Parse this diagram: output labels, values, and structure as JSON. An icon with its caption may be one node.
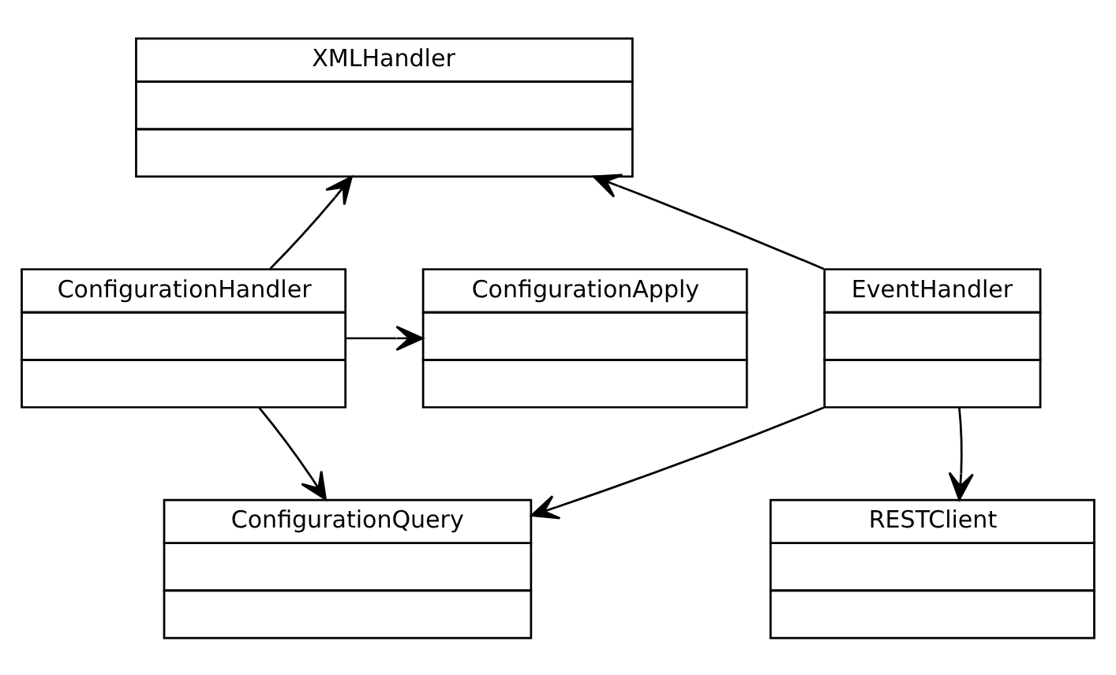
{
  "diagram": {
    "nodes": [
      {
        "text": [
          "XMLHandler"
        ]
      },
      {
        "text": [
          "ConfigurationApply"
        ]
      },
      {
        "text": [
          "ConfigurationHandler"
        ]
      },
      {
        "text": [
          "EventHandler"
        ]
      },
      {
        "text": [
          "ConfigurationQuery"
        ]
      },
      {
        "text": [
          "RESTClient"
        ]
      }
    ],
    "edges": [
      {
        "from": 2,
        "to": 0,
        "arrow": "to"
      },
      {
        "from": 3,
        "to": 0,
        "arrow": "to"
      },
      {
        "from": 2,
        "to": 1,
        "arrow": "to"
      },
      {
        "from": 2,
        "to": 4,
        "arrow": "to"
      },
      {
        "from": 3,
        "to": 4,
        "arrow": "to"
      },
      {
        "from": 3,
        "to": 5,
        "arrow": "to"
      }
    ]
  }
}
